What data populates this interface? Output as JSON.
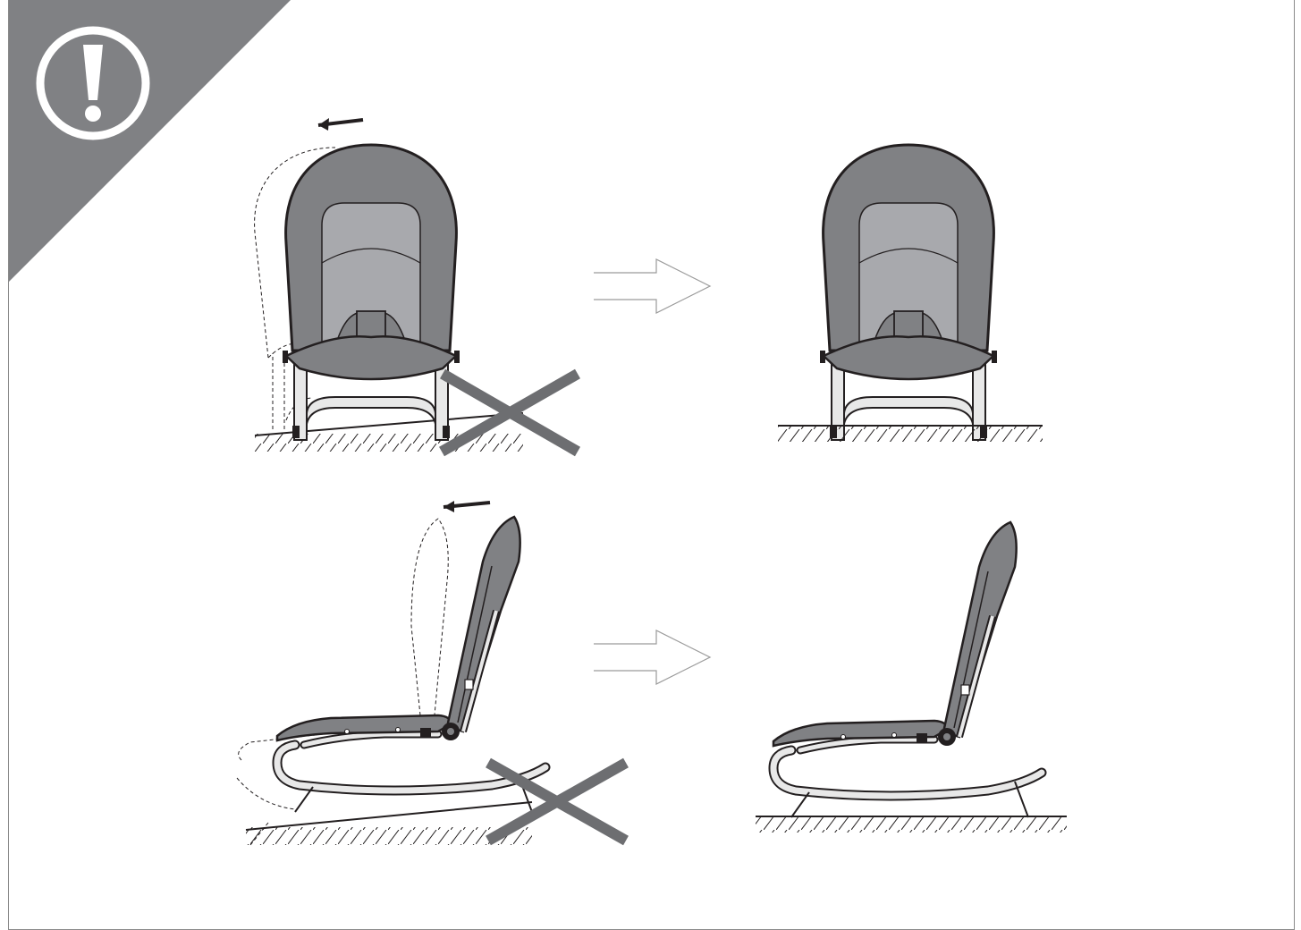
{
  "instruction_sheet": {
    "warning_badge": {
      "icon": "exclamation-icon",
      "color": "#808184"
    },
    "colors": {
      "seat_dark": "#808184",
      "seat_light": "#a8a9ad",
      "outline": "#231f20",
      "frame_fill": "#e8e8e8",
      "cross": "#6d6e71",
      "arrow_stroke": "#9a9a9a"
    },
    "panels": [
      {
        "id": "front-incorrect",
        "view": "front",
        "status": "incorrect",
        "tilt_arrow_icon": "arrow-left-icon",
        "cross_icon": "cross-icon"
      },
      {
        "id": "front-correct",
        "view": "front",
        "status": "correct"
      },
      {
        "id": "side-incorrect",
        "view": "side",
        "status": "incorrect",
        "tilt_arrow_icon": "arrow-left-icon",
        "cross_icon": "cross-icon"
      },
      {
        "id": "side-correct",
        "view": "side",
        "status": "correct"
      }
    ],
    "transitions": [
      {
        "icon": "outline-arrow-right-icon"
      },
      {
        "icon": "outline-arrow-right-icon"
      }
    ]
  }
}
